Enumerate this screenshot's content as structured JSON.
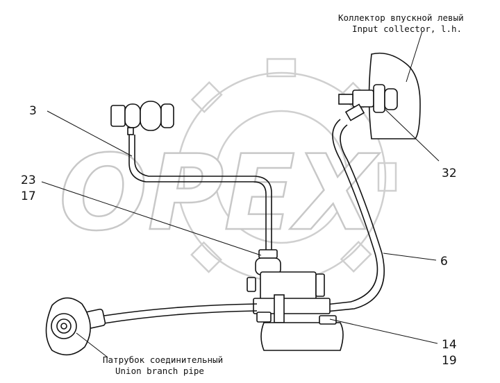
{
  "watermark": {
    "text": "OPEX"
  },
  "annotations": {
    "collector_ru": "Коллектор впускной левый",
    "collector_en": "Input collector, l.h.",
    "union_ru": "Патрубок соединительный",
    "union_en": "Union branch pipe"
  },
  "callouts": {
    "c3": "3",
    "c23": "23",
    "c17": "17",
    "c32": "32",
    "c6": "6",
    "c14": "14",
    "c19": "19"
  }
}
